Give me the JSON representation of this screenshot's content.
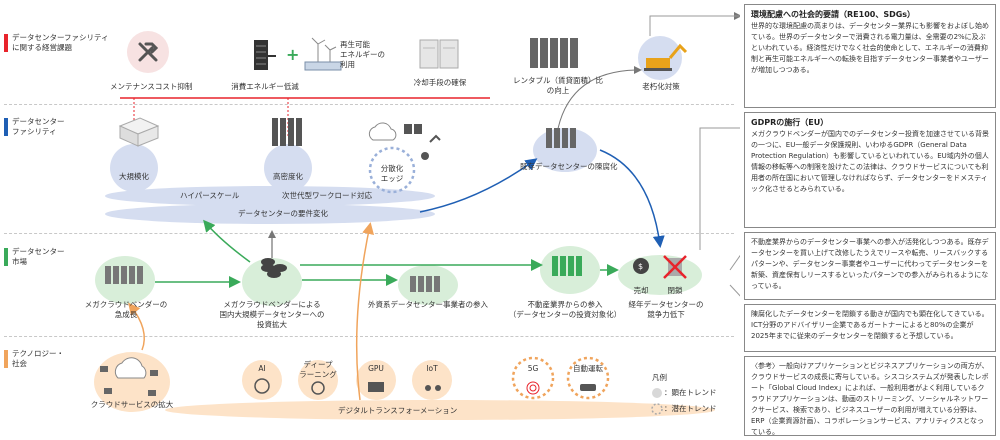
{
  "bands": [
    {
      "label": "データセンターファシリティ\nに関する経営課題",
      "color": "#e8232b"
    },
    {
      "label": "データセンター\nファシリティ",
      "color": "#1f5fb4"
    },
    {
      "label": "データセンター\n市場",
      "color": "#3aaa5a"
    },
    {
      "label": "テクノロジー・\n社会",
      "color": "#f0a45c"
    }
  ],
  "issues": {
    "maintenance": "メンテナンスコスト抑制",
    "energy": "消費エネルギー低減",
    "renewable": "再生可能\nエネルギーの\n利用",
    "cooling": "冷却手段の確保",
    "rentable": "レンタブル（賃貸面積）比\nの向上",
    "aging": "老朽化対策"
  },
  "facility": {
    "large": "大規模化",
    "dense": "高密度化",
    "edge": "分散化\nエッジ",
    "hyperscale": "ハイパースケール",
    "nextgen": "次世代型ワークロード対応",
    "requirements": "データセンターの要件変化",
    "obsolete": "既存データセンターの陳腐化"
  },
  "market": {
    "mega_growth": "メガクラウドベンダーの\n急成長",
    "mega_invest": "メガクラウドベンダーによる\n国内大規模データセンターへの\n投資拡大",
    "foreign": "外資系データセンター事業者の参入",
    "realestate": "不動産業界からの参入\n（データセンターの投資対象化）",
    "sale": "売却",
    "dispose": "閉鎖",
    "competitiveness": "経年データセンターの\n競争力低下"
  },
  "tech": {
    "cloud": "クラウドサービスの拡大",
    "ai": "AI",
    "deep": "ディープ\nラーニング",
    "gpu": "GPU",
    "iot": "IoT",
    "g5": "5G",
    "auto": "自動運転",
    "dx": "デジタルトランスフォーメーション"
  },
  "legend": {
    "title": "凡例",
    "visible": "：顕在トレンド",
    "latent": "：潜在トレンド"
  },
  "panels": [
    {
      "title": "環境配慮への社会的要請（RE100、SDGs）",
      "body": "世界的な環境配慮の高まりは、データセンター業界にも影響をおよぼし始めている。世界のデータセンターで消費される電力量は、全需要の2%に及ぶといわれている。経済性だけでなく社会的使命として、エネルギーの消費抑制と再生可能エネルギーへの転換を目指すデータセンター事業者やユーザーが増加しつつある。"
    },
    {
      "title": "GDPRの施行（EU）",
      "body": "メガクラウドベンダーが国内でのデータセンター投資を加速させている背景の一つに、EU一般データ保護規則、いわゆるGDPR（General Data Protection Regulation）も影響しているといわれている。EU域内外の個人情報の移転等への制限を設けたこの法律は、クラウドサービスについても利用者の所在国において管理しなければならず、データセンターをドメスティック化させるとみられている。"
    },
    {
      "title": "",
      "body": "不動産業界からのデータセンター事業への参入が活発化しつつある。既存データセンターを買い上げて改修したうえでリースや転売、リースバックするパターンや、データセンター事業者やユーザーに代わってデータセンターを新築、資産保有しリースするといったパターンでの参入がみられるようになっている。"
    },
    {
      "title": "",
      "body": "陳腐化したデータセンターを閉鎖する動きが国内でも顕在化してきている。ICT分野のアドバイザリー企業であるガートナーによると80%の企業が2025年までに従来のデータセンターを閉鎖すると予想している。"
    },
    {
      "title": "",
      "body": "〈参考〉一般向けアプリケーションとビジネスアプリケーションの両方が、クラウドサービスの成長に寄与している。シスコシステムズが発表したレポート「Global Cloud Index」によれば、一般利用者がよく利用しているクラウドアプリケーションは、動画のストリーミング、ソーシャルネットワークサービス、検索であり、ビジネスユーザーの利用が増えている分野は、ERP（企業資源計画）、コラボレーションサービス、アナリティクスとなっている。"
    }
  ],
  "colors": {
    "red": "#e8232b",
    "blue": "#1f5fb4",
    "green": "#3aaa5a",
    "orange": "#f0a45c",
    "blob_red": "#f7e2e2",
    "blob_blue": "#d5ddf0",
    "blob_green": "#d8eed9",
    "blob_orange": "#fde3c8"
  }
}
